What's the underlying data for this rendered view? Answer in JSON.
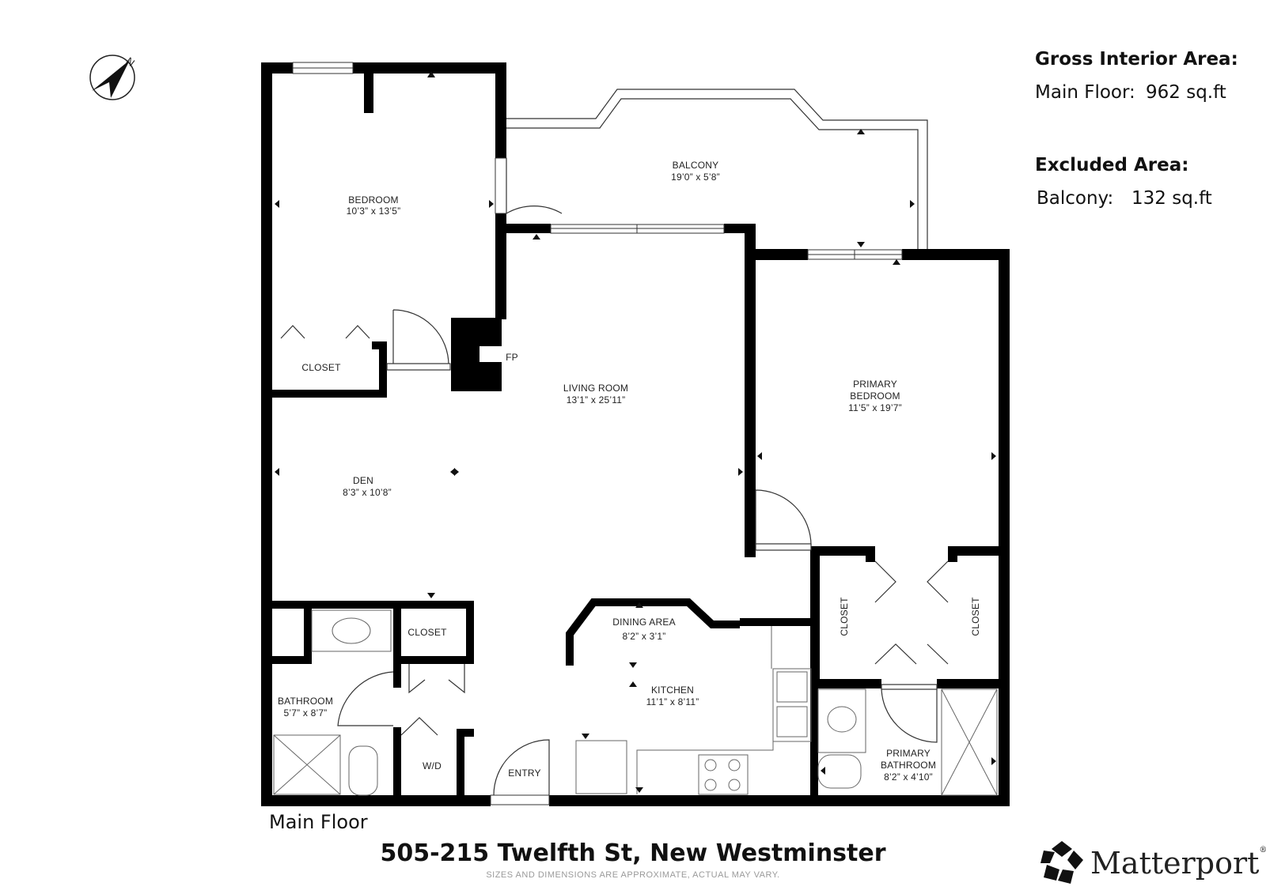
{
  "areas": {
    "gross_heading": "Gross Interior Area:",
    "main_floor_label": "Main Floor:",
    "main_floor_value": "962 sq.ft",
    "excluded_heading": "Excluded Area:",
    "balcony_label": "Balcony:",
    "balcony_value": "132 sq.ft"
  },
  "rooms": {
    "bedroom": {
      "name": "BEDROOM",
      "dims": "10’3” x 13’5”"
    },
    "closet_bedroom": {
      "name": "CLOSET"
    },
    "fireplace": {
      "name": "FP"
    },
    "balcony": {
      "name": "BALCONY",
      "dims": "19’0” x 5’8”"
    },
    "living": {
      "name": "LIVING ROOM",
      "dims": "13’1” x 25’11”"
    },
    "primary_bedroom": {
      "name1": "PRIMARY",
      "name2": "BEDROOM",
      "dims": "11’5” x 19’7”"
    },
    "den": {
      "name": "DEN",
      "dims": "8’3” x 10’8”"
    },
    "closet_hall": {
      "name": "CLOSET"
    },
    "dining": {
      "name": "DINING AREA",
      "dims": "8’2” x 3’1”"
    },
    "kitchen": {
      "name": "KITCHEN",
      "dims": "11’1” x 8’11”"
    },
    "bathroom": {
      "name": "BATHROOM",
      "dims": "5’7” x 8’7”"
    },
    "wd": {
      "name": "W/D"
    },
    "entry": {
      "name": "ENTRY"
    },
    "closet_left": {
      "name": "CLOSET"
    },
    "closet_right": {
      "name": "CLOSET"
    },
    "primary_bathroom": {
      "name1": "PRIMARY",
      "name2": "BATHROOM",
      "dims": "8’2” x 4’10”"
    }
  },
  "floor_label": "Main Floor",
  "address": "505-215 Twelfth St, New Westminster",
  "disclaimer": "SIZES AND DIMENSIONS ARE APPROXIMATE, ACTUAL MAY VARY.",
  "logo": {
    "name": "Matterport",
    "reg": "®"
  },
  "compass_letter": "N",
  "colors": {
    "wall": "#000000",
    "thin": "#333333",
    "text": "#111111"
  }
}
